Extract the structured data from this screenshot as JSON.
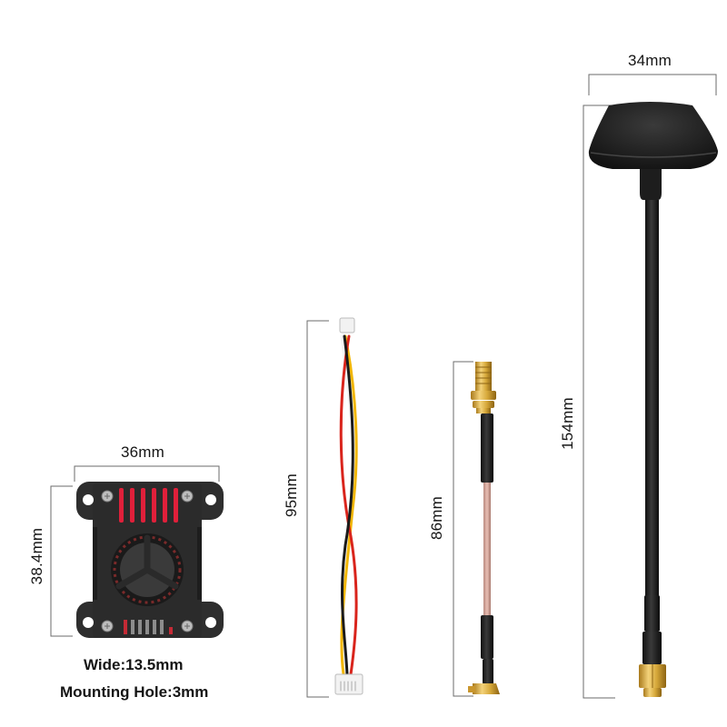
{
  "products": {
    "vtx": {
      "name": "VTX module with cooling fan",
      "width_label": "36mm",
      "height_label": "38.4mm",
      "captions": [
        "Wide:13.5mm",
        "Mounting Hole:3mm"
      ],
      "accent_color": "#e0203a",
      "body_color": "#2b2b2b"
    },
    "cable": {
      "name": "Wire harness cable",
      "length_label": "95mm",
      "wire_colors": [
        "#1a1a1a",
        "#d9241c",
        "#f2b705",
        "#f5f5f5"
      ]
    },
    "rf_pigtail": {
      "name": "SMA to MMCX pigtail",
      "length_label": "86mm",
      "cable_color": "#d9a79b",
      "gold_color": "#d6a83a"
    },
    "antenna": {
      "name": "Mushroom antenna",
      "width_label": "34mm",
      "length_label": "154mm",
      "body_color": "#1c1c1c",
      "gold_color": "#d6a83a"
    }
  },
  "dimension_line_color": "#6b6b6b"
}
